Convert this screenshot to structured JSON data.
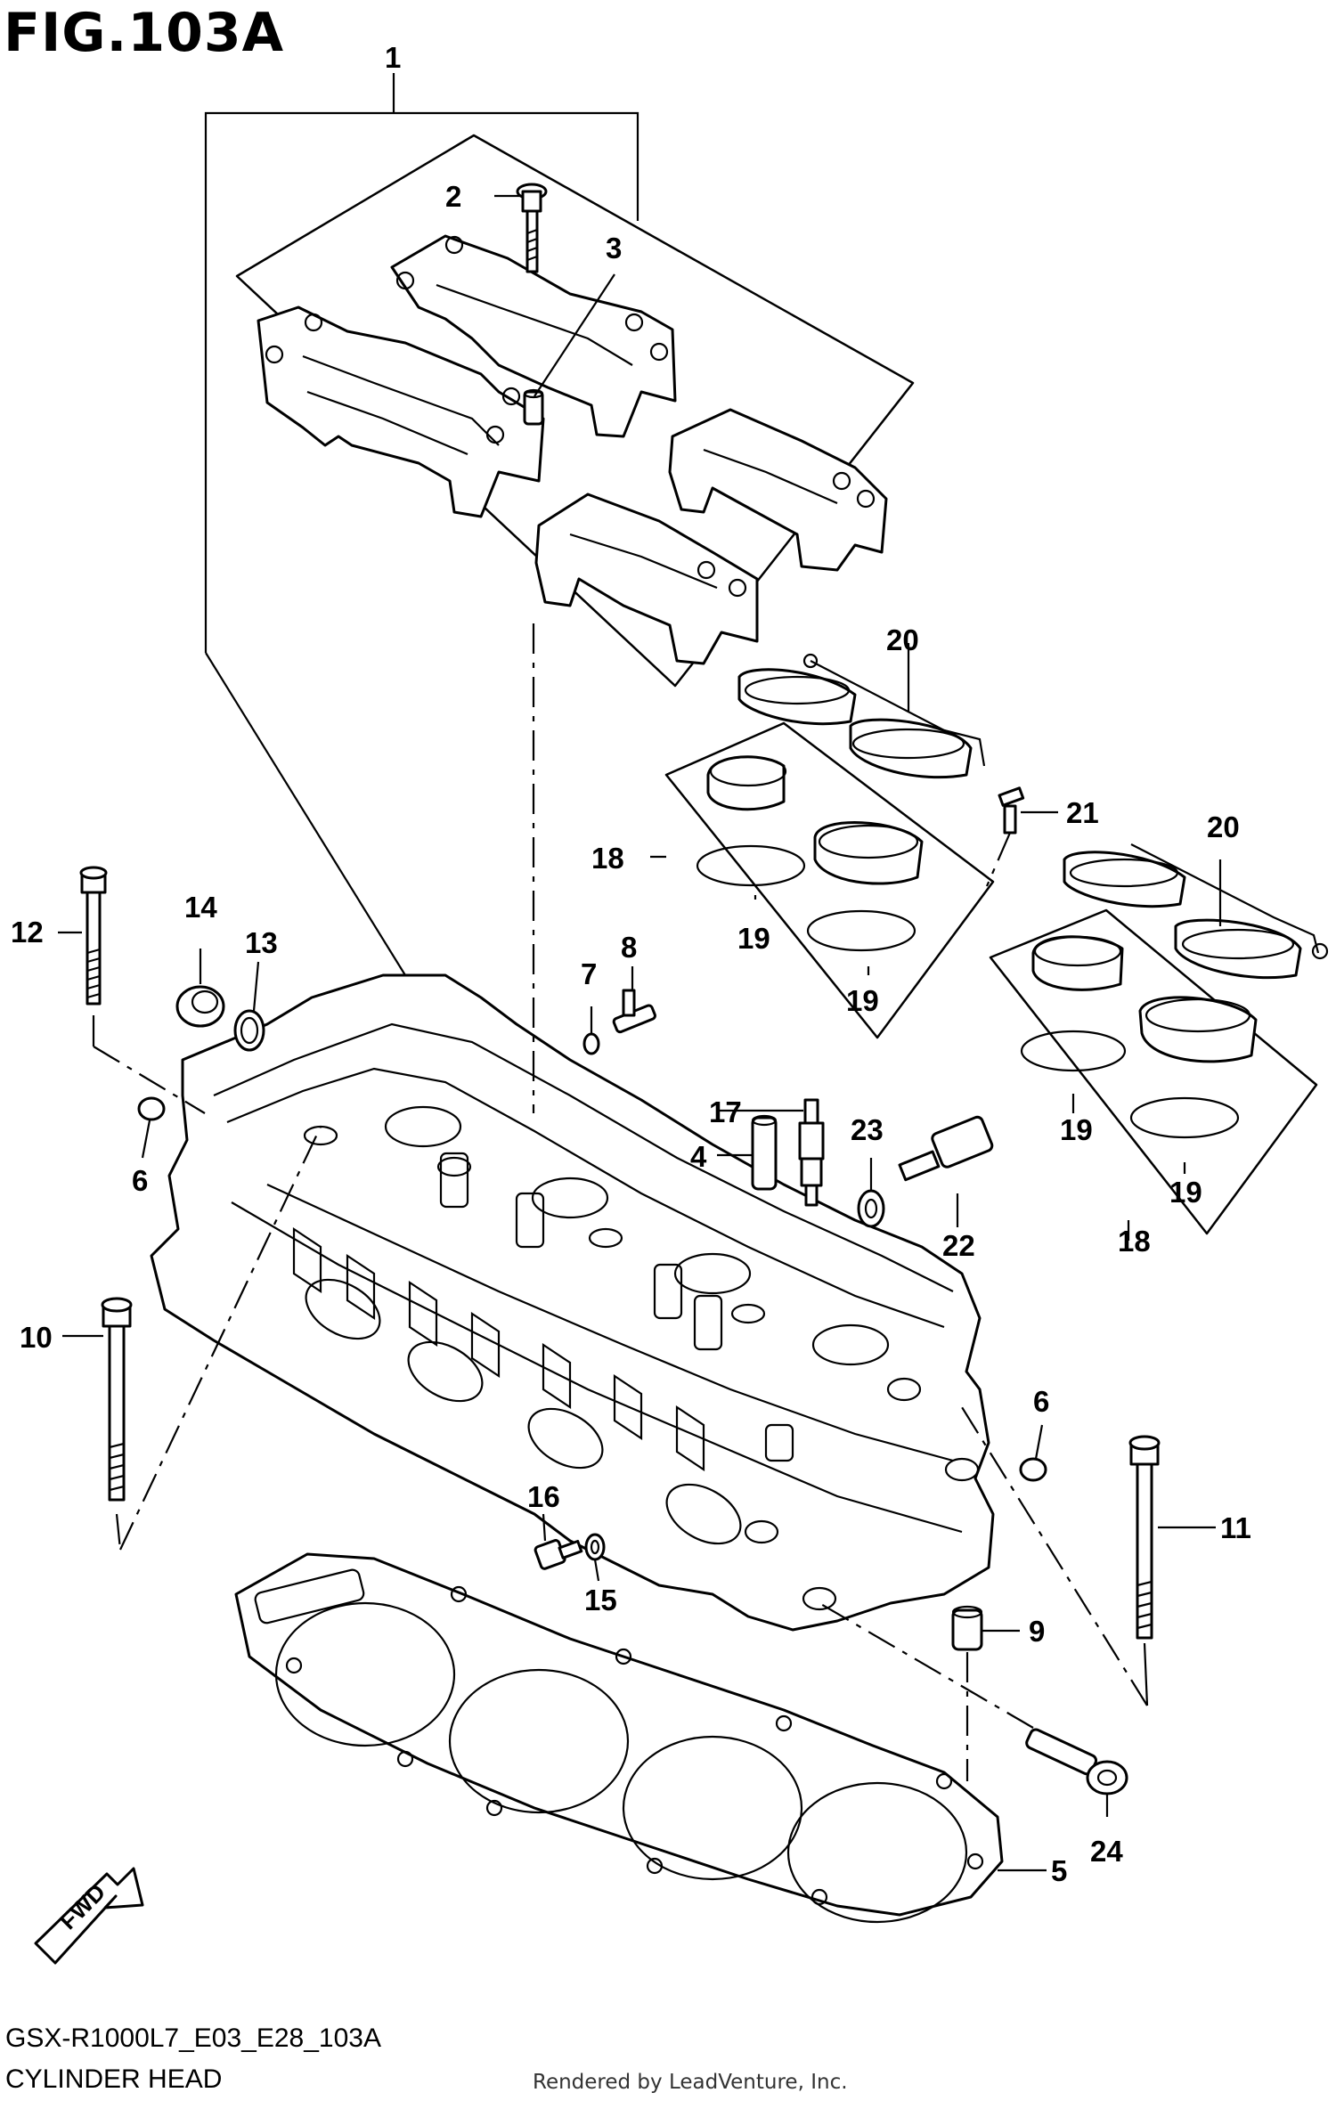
{
  "figure": {
    "title": "FIG.103A",
    "diagram_code": "GSX-R1000L7_E03_E28_103A",
    "caption": "CYLINDER HEAD",
    "credit": "Rendered by LeadVenture, Inc.",
    "fwd_label": "FWD"
  },
  "callouts": [
    {
      "id": "c1",
      "text": "1"
    },
    {
      "id": "c2",
      "text": "2"
    },
    {
      "id": "c3",
      "text": "3"
    },
    {
      "id": "c4",
      "text": "4"
    },
    {
      "id": "c5",
      "text": "5"
    },
    {
      "id": "c6a",
      "text": "6"
    },
    {
      "id": "c6b",
      "text": "6"
    },
    {
      "id": "c7",
      "text": "7"
    },
    {
      "id": "c8",
      "text": "8"
    },
    {
      "id": "c9",
      "text": "9"
    },
    {
      "id": "c10",
      "text": "10"
    },
    {
      "id": "c11",
      "text": "11"
    },
    {
      "id": "c12",
      "text": "12"
    },
    {
      "id": "c13",
      "text": "13"
    },
    {
      "id": "c14",
      "text": "14"
    },
    {
      "id": "c15",
      "text": "15"
    },
    {
      "id": "c16",
      "text": "16"
    },
    {
      "id": "c17",
      "text": "17"
    },
    {
      "id": "c18a",
      "text": "18"
    },
    {
      "id": "c18b",
      "text": "18"
    },
    {
      "id": "c19a",
      "text": "19"
    },
    {
      "id": "c19b",
      "text": "19"
    },
    {
      "id": "c19c",
      "text": "19"
    },
    {
      "id": "c19d",
      "text": "19"
    },
    {
      "id": "c20a",
      "text": "20"
    },
    {
      "id": "c20b",
      "text": "20"
    },
    {
      "id": "c21",
      "text": "21"
    },
    {
      "id": "c22",
      "text": "22"
    },
    {
      "id": "c23",
      "text": "23"
    },
    {
      "id": "c24",
      "text": "24"
    }
  ]
}
